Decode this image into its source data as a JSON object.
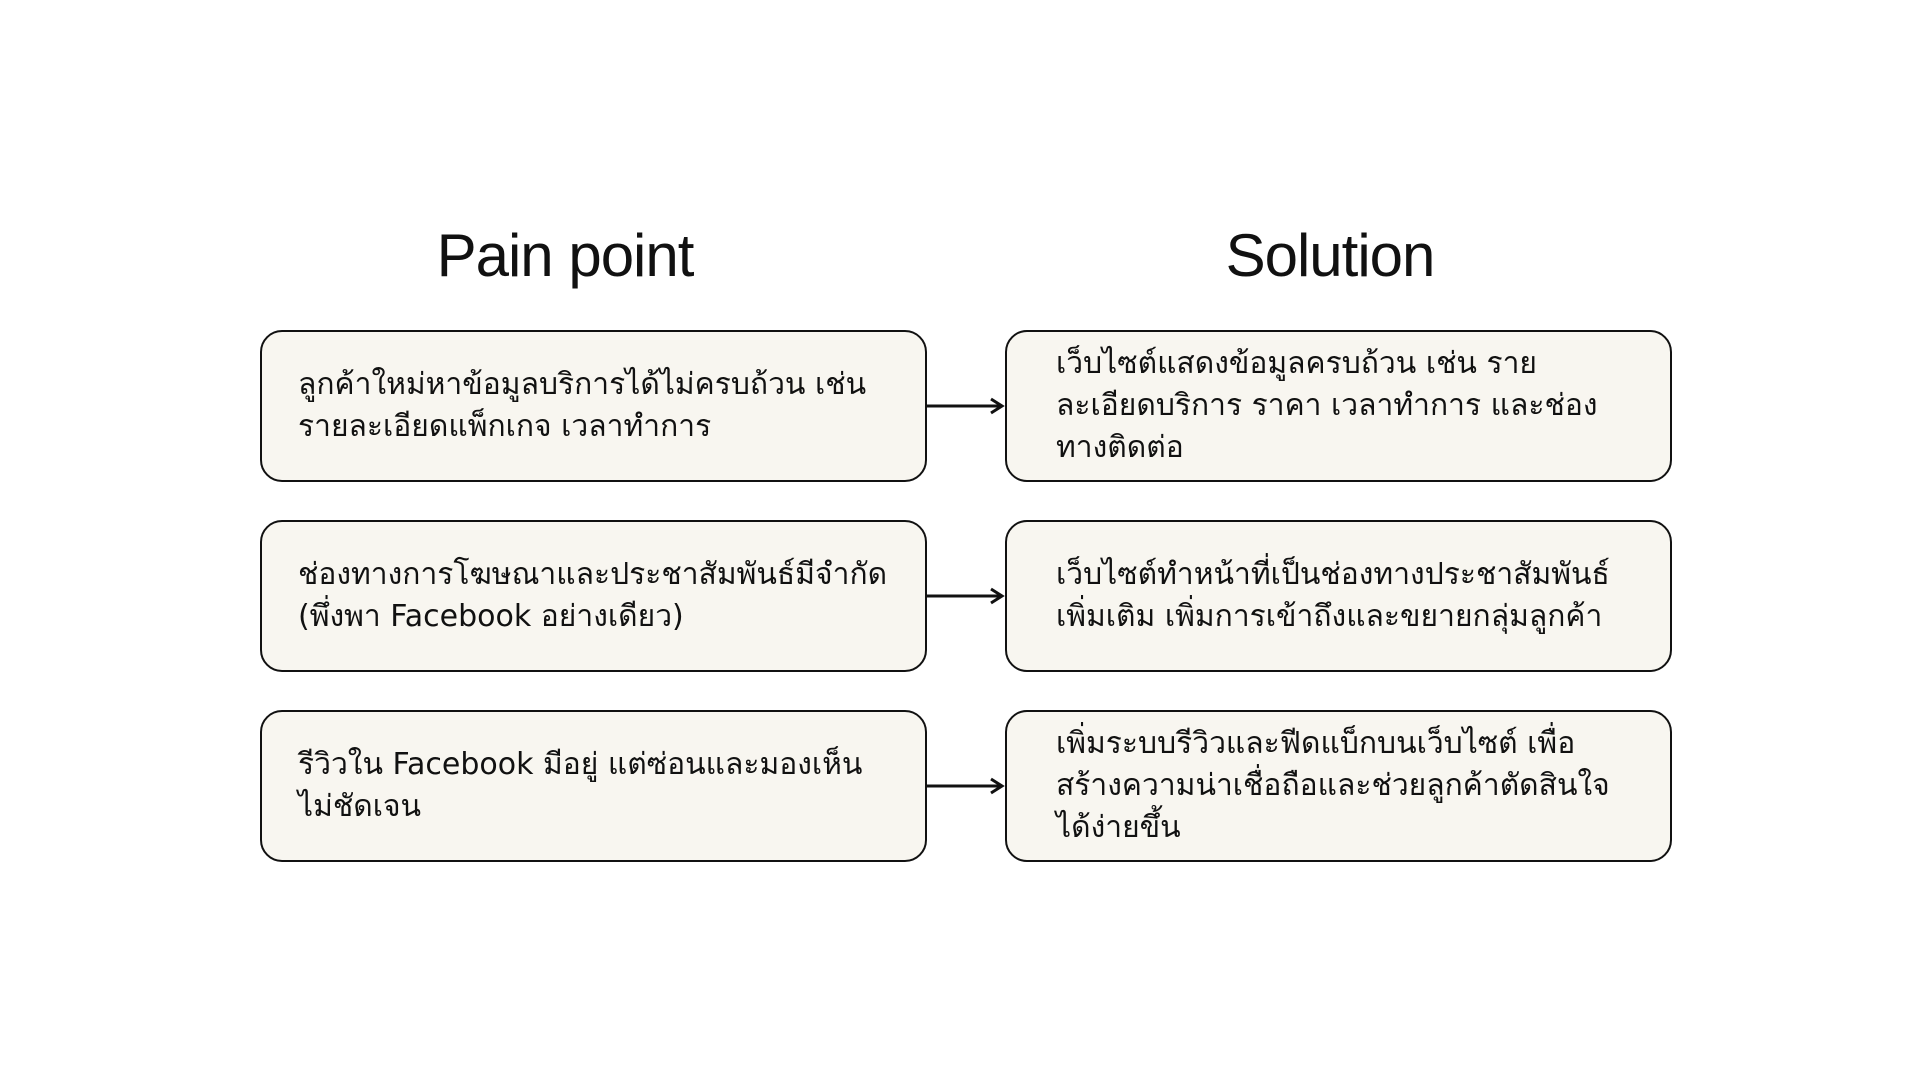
{
  "headings": {
    "pain": "Pain point",
    "solution": "Solution"
  },
  "rows": [
    {
      "pain": "ลูกค้าใหม่หาข้อมูลบริการได้ไม่ครบถ้วน เช่น รายละเอียดแพ็กเกจ เวลาทำการ",
      "solution": "เว็บไซต์แสดงข้อมูลครบถ้วน เช่น รายละเอียดบริการ ราคา เวลาทำการ และช่องทางติดต่อ"
    },
    {
      "pain": "ช่องทางการโฆษณาและประชาสัมพันธ์มีจำกัด (พึ่งพา Facebook อย่างเดียว)",
      "solution": "เว็บไซต์ทำหน้าที่เป็นช่องทางประชาสัมพันธ์เพิ่มเติม เพิ่มการเข้าถึงและขยายกลุ่มลูกค้า"
    },
    {
      "pain": "รีวิวใน Facebook มีอยู่ แต่ซ่อนและมองเห็นไม่ชัดเจน",
      "solution": "เพิ่มระบบรีวิวและฟีดแบ็กบนเว็บไซต์ เพื่อสร้างความน่าเชื่อถือและช่วยลูกค้าตัดสินใจได้ง่ายขึ้น"
    }
  ],
  "colors": {
    "box_fill": "#f8f6f0",
    "stroke": "#111111",
    "background": "#ffffff"
  }
}
